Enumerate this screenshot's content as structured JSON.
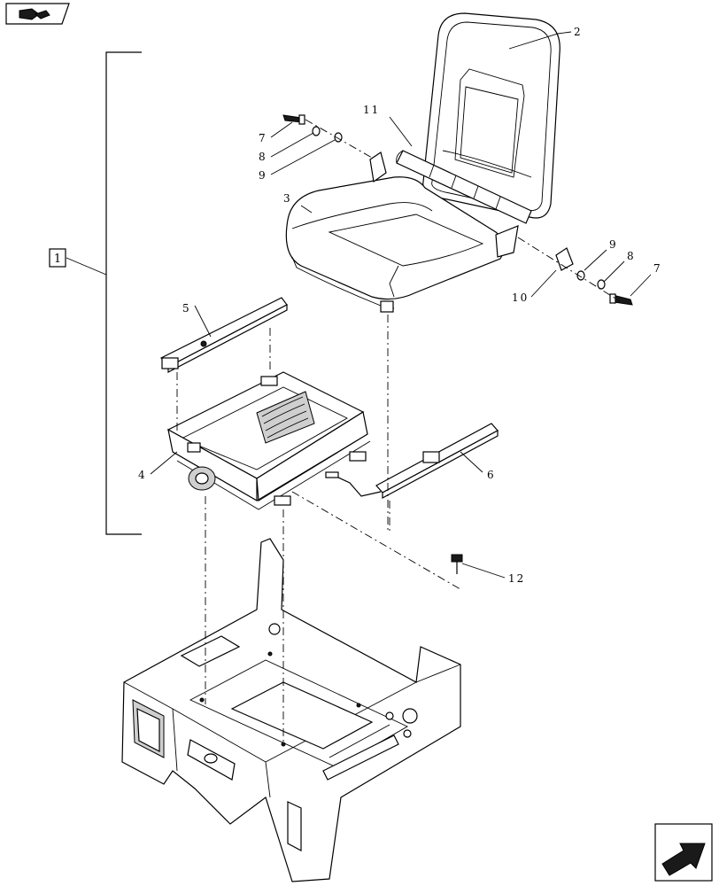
{
  "callouts": {
    "c1": "1",
    "c2": "2",
    "c3": "3",
    "c4": "4",
    "c5": "5",
    "c6": "6",
    "c7a": "7",
    "c8a": "8",
    "c9a": "9",
    "c7b": "7",
    "c8b": "8",
    "c9b": "9",
    "c10": "10",
    "c11": "11",
    "c12": "12"
  },
  "icons": {
    "top_left": "book-page-icon",
    "bottom_right": "next-page-arrow-icon"
  }
}
